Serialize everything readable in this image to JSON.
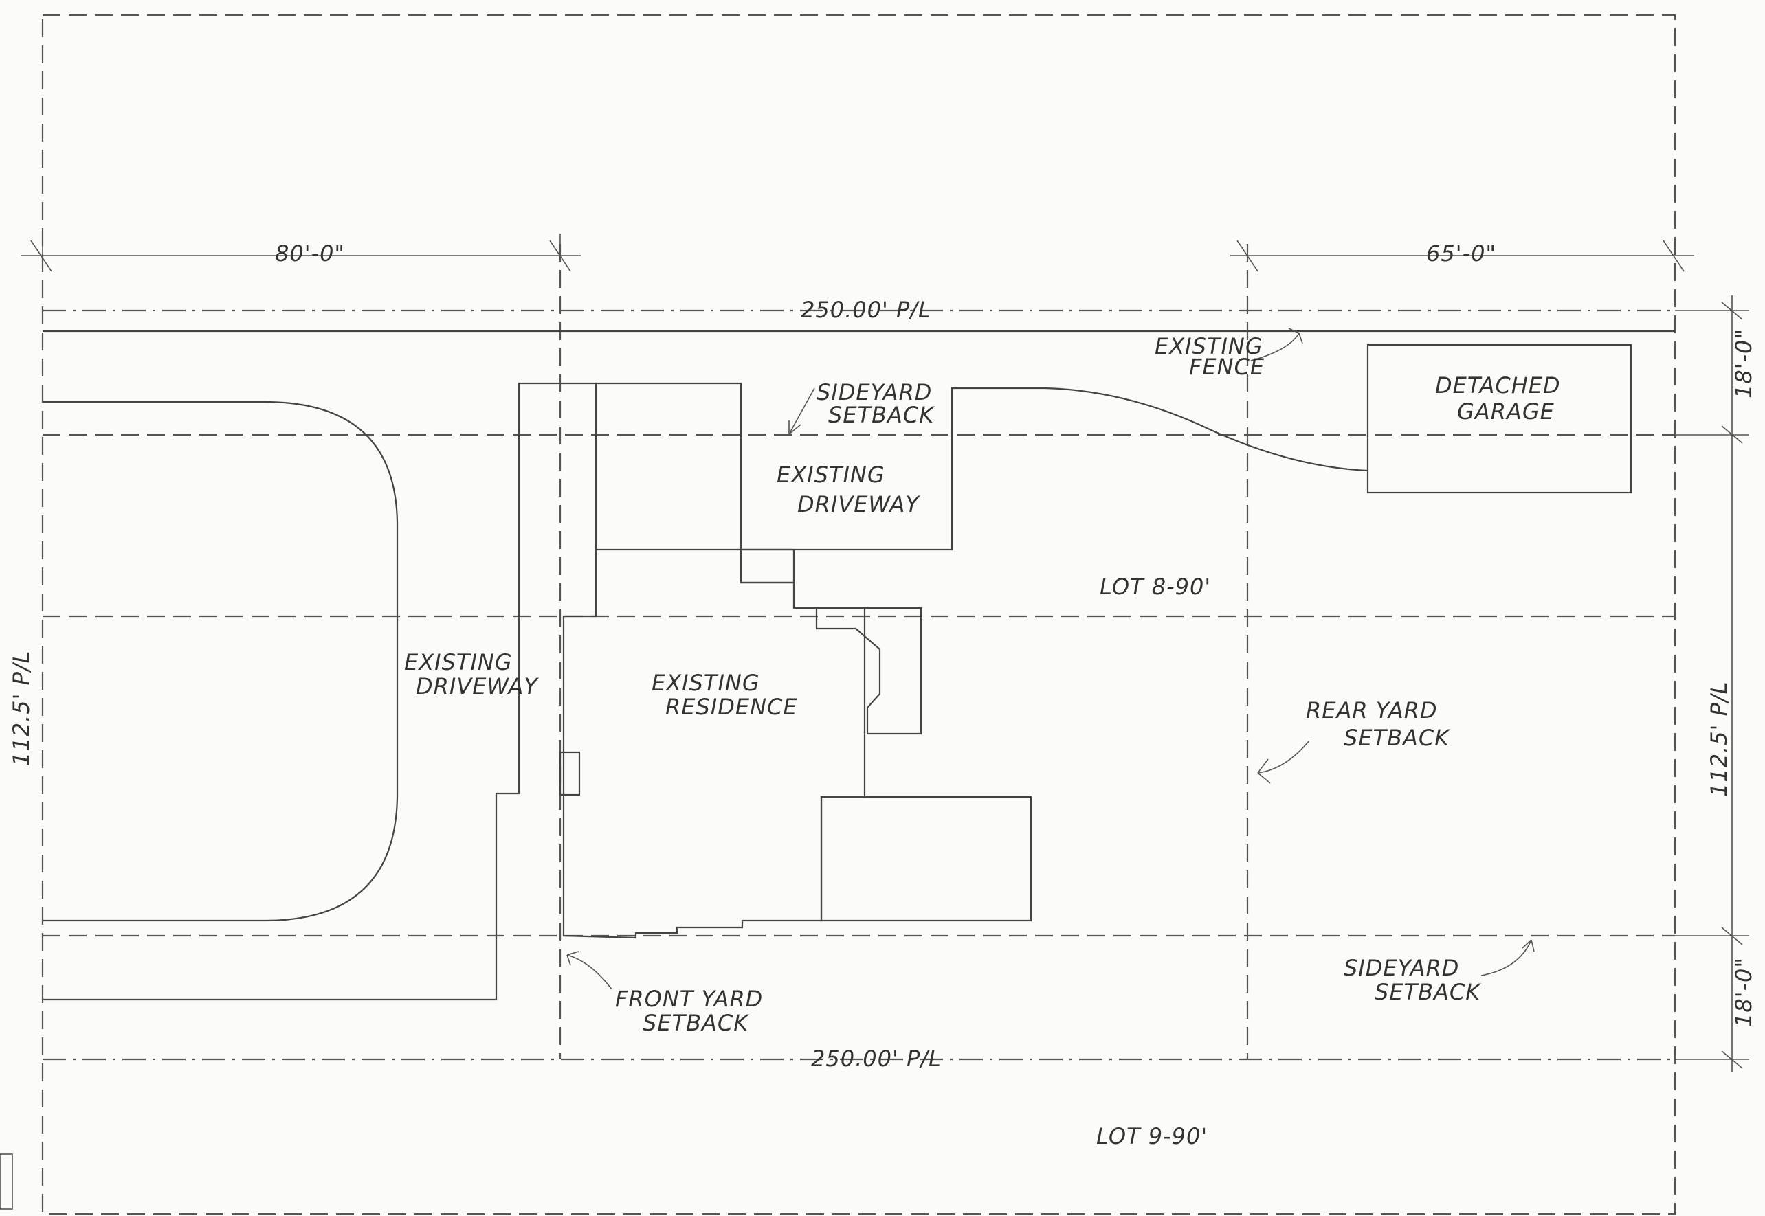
{
  "dimensions": {
    "front_yard_depth": "80'-0\"",
    "rear_yard_depth": "65'-0\"",
    "top_property_line": "250.00' P/L",
    "bottom_property_line": "250.00' P/L",
    "left_property_line": "112.5' P/L",
    "right_property_line": "112.5' P/L",
    "top_side_setback": "18'-0\"",
    "bottom_side_setback": "18'-0\""
  },
  "labels": {
    "existing_fence": [
      "EXISTING",
      "FENCE"
    ],
    "sideyard_setback_top": [
      "SIDEYARD",
      "SETBACK"
    ],
    "existing_driveway_top": [
      "EXISTING",
      "DRIVEWAY"
    ],
    "detached_garage": [
      "DETACHED",
      "GARAGE"
    ],
    "lot_8": "LOT 8-90'",
    "existing_driveway_left": [
      "EXISTING",
      "DRIVEWAY"
    ],
    "existing_residence": [
      "EXISTING",
      "RESIDENCE"
    ],
    "rear_yard_setback": [
      "REAR YARD",
      "SETBACK"
    ],
    "front_yard_setback": [
      "FRONT YARD",
      "SETBACK"
    ],
    "sideyard_setback_bottom": [
      "SIDEYARD",
      "SETBACK"
    ],
    "lot_9": "LOT 9-90'"
  },
  "colors": {
    "ink": "#444444",
    "paper": "#fbfbf8"
  }
}
